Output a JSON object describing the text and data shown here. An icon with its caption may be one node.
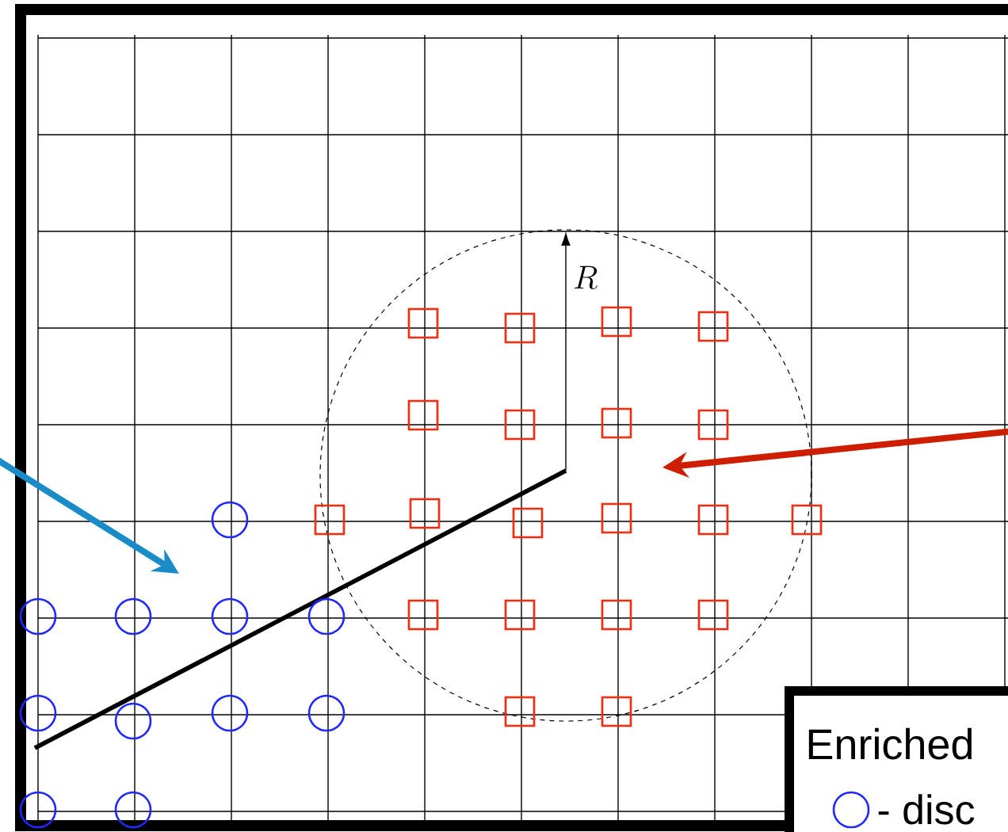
{
  "diagram": {
    "nodes": [
      {
        "text": [
          "Enriched"
        ]
      }
    ],
    "labels": [
      "R"
    ],
    "legend": [
      {
        "text": "- disc"
      }
    ]
  }
}
